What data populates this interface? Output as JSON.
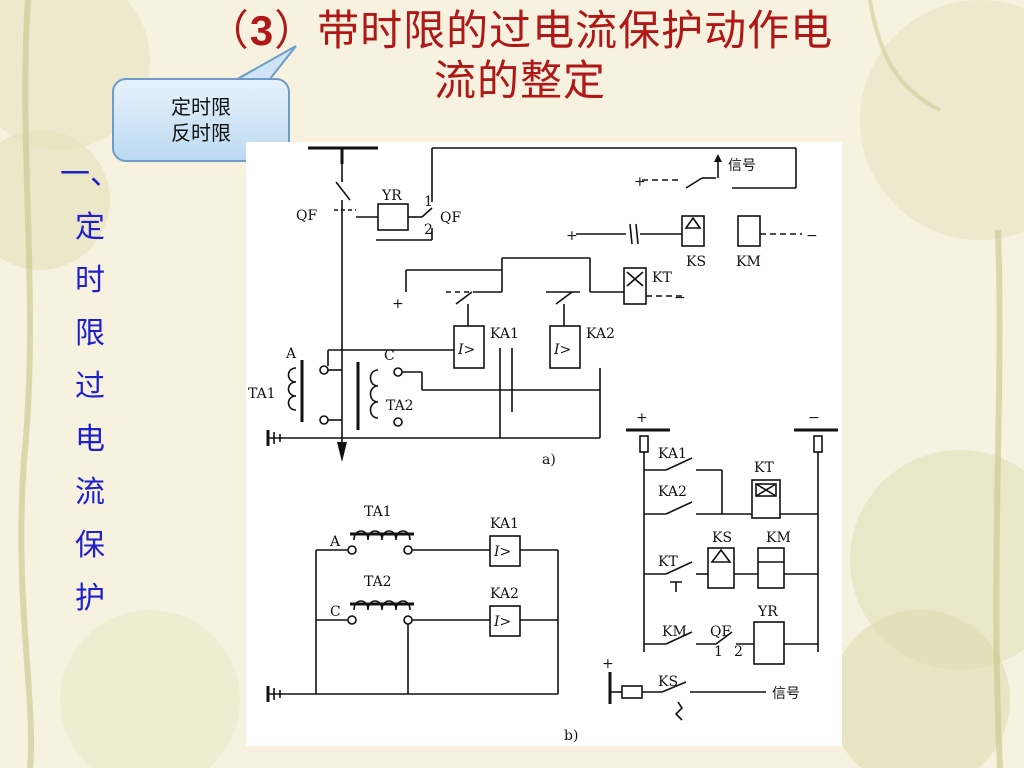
{
  "slide": {
    "title_prefix": "（",
    "title_number": "3",
    "title_line1": "）带时限的过电流保护动作电",
    "title_line2": "流的整定",
    "callout": {
      "line1": "定时限",
      "line2": "反时限"
    },
    "side_heading": [
      "一、",
      "定",
      "时",
      "限",
      "过",
      "电",
      "流",
      "保",
      "护"
    ]
  },
  "diagram": {
    "labels": {
      "qf": "QF",
      "yr": "YR",
      "one": "1",
      "two": "2",
      "signal": "信号",
      "plus": "+",
      "minus": "−",
      "ks": "KS",
      "km": "KM",
      "kt": "KT",
      "ka1": "KA1",
      "ka2": "KA2",
      "i_gt": "I>",
      "a": "A",
      "c": "C",
      "ta1": "TA1",
      "ta2": "TA2",
      "caption_a": "a)",
      "caption_b": "b)"
    }
  },
  "colors": {
    "title": "#b01818",
    "side_heading": "#1f1fcc",
    "callout_border": "#6d9cc8"
  }
}
